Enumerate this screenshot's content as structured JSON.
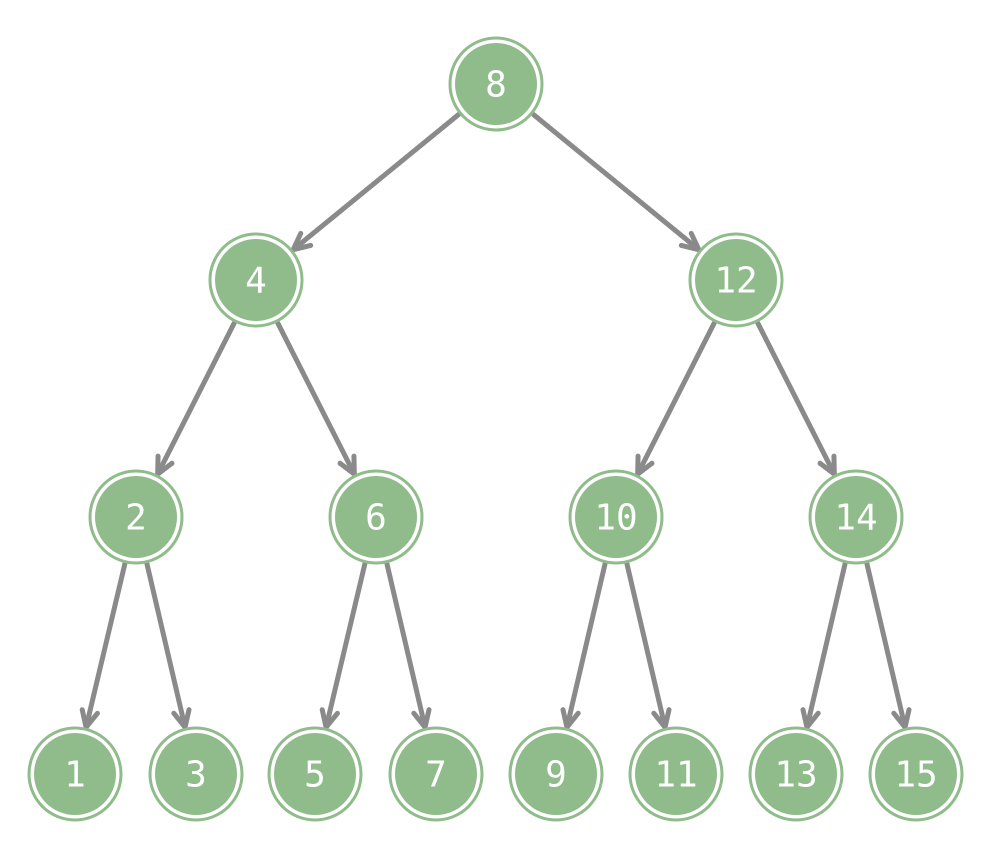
{
  "diagram": {
    "colors": {
      "node_fill": "#8fbc8a",
      "node_outline": "#8fbc8a",
      "label": "#ffffff",
      "edge": "#8a8a8a",
      "background": "#ffffff"
    },
    "nodes": [
      {
        "id": "n8",
        "label": "8"
      },
      {
        "id": "n4",
        "label": "4"
      },
      {
        "id": "n12",
        "label": "12"
      },
      {
        "id": "n2",
        "label": "2"
      },
      {
        "id": "n6",
        "label": "6"
      },
      {
        "id": "n10",
        "label": "10"
      },
      {
        "id": "n14",
        "label": "14"
      },
      {
        "id": "n1",
        "label": "1"
      },
      {
        "id": "n3",
        "label": "3"
      },
      {
        "id": "n5",
        "label": "5"
      },
      {
        "id": "n7",
        "label": "7"
      },
      {
        "id": "n9",
        "label": "9"
      },
      {
        "id": "n11",
        "label": "11"
      },
      {
        "id": "n13",
        "label": "13"
      },
      {
        "id": "n15",
        "label": "15"
      }
    ],
    "edges": [
      {
        "from": "n8",
        "to": "n4"
      },
      {
        "from": "n8",
        "to": "n12"
      },
      {
        "from": "n4",
        "to": "n2"
      },
      {
        "from": "n4",
        "to": "n6"
      },
      {
        "from": "n12",
        "to": "n10"
      },
      {
        "from": "n12",
        "to": "n14"
      },
      {
        "from": "n2",
        "to": "n1"
      },
      {
        "from": "n2",
        "to": "n3"
      },
      {
        "from": "n6",
        "to": "n5"
      },
      {
        "from": "n6",
        "to": "n7"
      },
      {
        "from": "n10",
        "to": "n9"
      },
      {
        "from": "n10",
        "to": "n11"
      },
      {
        "from": "n14",
        "to": "n13"
      },
      {
        "from": "n14",
        "to": "n15"
      }
    ]
  }
}
